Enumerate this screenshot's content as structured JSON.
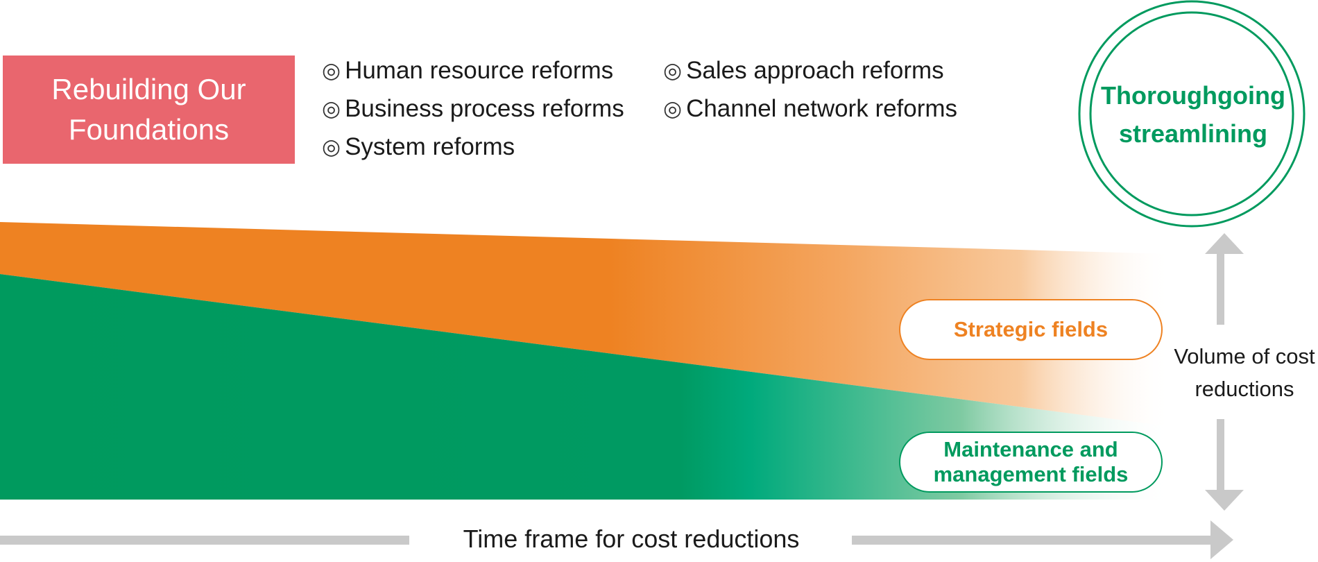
{
  "title": "Rebuilding Our Foundations",
  "reforms": {
    "left": [
      "Human resource reforms",
      "Business process reforms",
      "System reforms"
    ],
    "right": [
      "Sales approach reforms",
      "Channel network reforms"
    ],
    "bullet": "◎"
  },
  "goal": "Thoroughgoing streamlining",
  "fields": {
    "strategic": "Strategic fields",
    "maintenance": "Maintenance and management fields"
  },
  "axes": {
    "vertical": "Volume of cost reductions",
    "horizontal": "Time frame for cost reductions"
  },
  "colors": {
    "title_bg": "#e9666e",
    "orange": "#ee8222",
    "green": "#009a5e",
    "green_light": "#00aa7c",
    "arrow_gray": "#c9c9c9",
    "text": "#1a1a1a"
  },
  "icons": {
    "bullet": "double-circle-icon",
    "vertical_arrow": "up-down-arrow-icon",
    "horizontal_arrow": "right-arrow-icon"
  }
}
